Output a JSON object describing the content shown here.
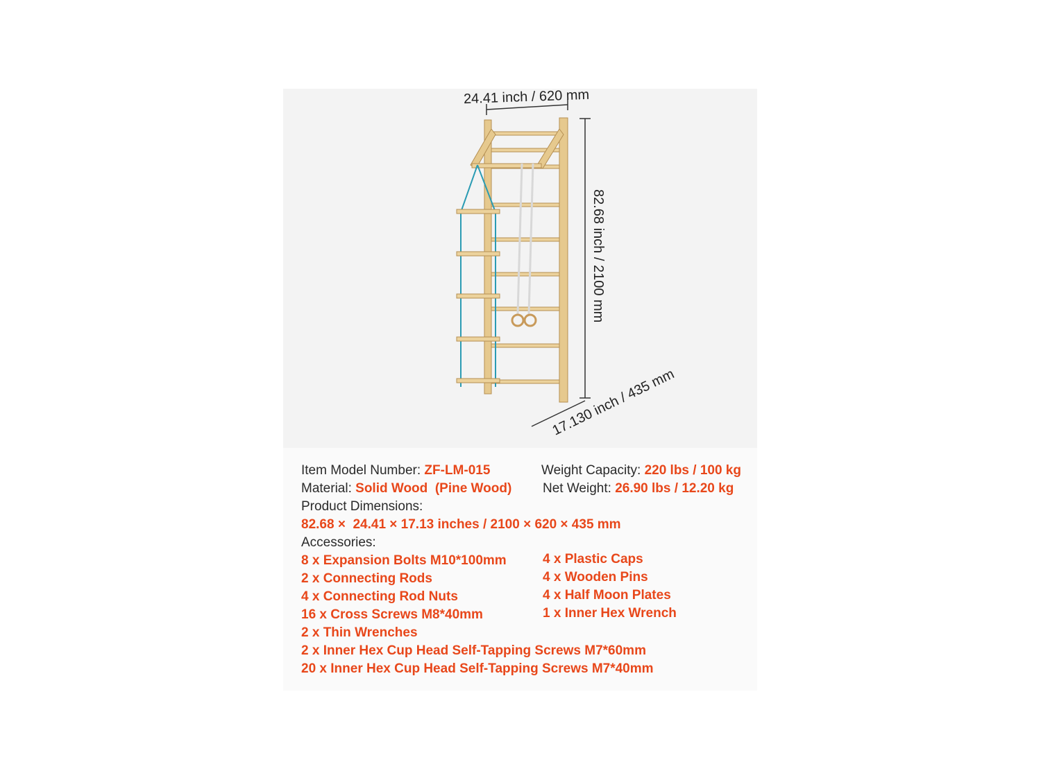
{
  "dimensions": {
    "width_label": "24.41 inch / 620 mm",
    "height_label": "82.68 inch / 2100 mm",
    "depth_label": "17.130 inch / 435 mm"
  },
  "specs": {
    "model_label": "Item Model Number:",
    "model_value": "ZF-LM-015",
    "capacity_label": "Weight Capacity:",
    "capacity_value": "220 lbs / 100 kg",
    "material_label": "Material:",
    "material_value": "Solid Wood  (Pine Wood)",
    "net_weight_label": "Net Weight:",
    "net_weight_value": "26.90 lbs / 12.20 kg",
    "dimensions_label": "Product Dimensions:",
    "dimensions_value": "82.68 ×  24.41 × 17.13 inches / 2100 × 620 × 435 mm",
    "accessories_label": "Accessories:"
  },
  "accessories": {
    "left": [
      "8 x Expansion Bolts M10*100mm",
      "2 x Connecting Rods",
      "4 x Connecting Rod Nuts",
      "16 x Cross Screws M8*40mm",
      "2 x Thin Wrenches",
      "2 x Inner Hex Cup Head Self-Tapping Screws M7*60mm",
      "20 x Inner Hex Cup Head Self-Tapping Screws M7*40mm"
    ],
    "right": [
      "4 x Plastic Caps",
      "4 x Wooden Pins",
      "4 x Half Moon Plates",
      "1 x Inner Hex Wrench"
    ]
  },
  "colors": {
    "accent": "#e8471a",
    "wood": "#e6c98e",
    "rope": "#2a9bb3"
  }
}
